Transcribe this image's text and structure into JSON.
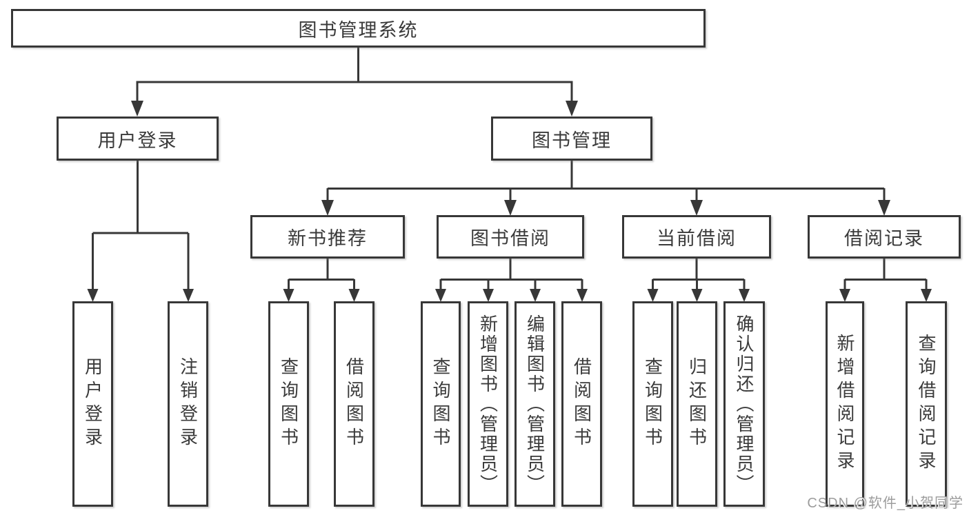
{
  "diagram": {
    "title": "图书管理系统",
    "nodes": {
      "root": "图书管理系统",
      "user_login": "用户登录",
      "book_mgmt": "图书管理",
      "new_book_rec": "新书推荐",
      "book_borrow": "图书借阅",
      "current_borrow": "当前借阅",
      "borrow_records": "借阅记录",
      "ul_login": "用户登录",
      "ul_logout": "注销登录",
      "nbr_query_book": "查询图书",
      "nbr_borrow_book": "借阅图书",
      "bb_query_book": "查询图书",
      "bb_add_book": "新增图书（管理员）",
      "bb_edit_book": "编辑图书（管理员）",
      "bb_borrow_book": "借阅图书",
      "cb_query_book": "查询图书",
      "cb_return_book": "归还图书",
      "cb_confirm_return": "确认归还（管理员）",
      "br_add_record": "新增借阅记录",
      "br_query_record": "查询借阅记录"
    },
    "hierarchy": {
      "图书管理系统": {
        "用户登录": [
          "用户登录",
          "注销登录"
        ],
        "图书管理": {
          "新书推荐": [
            "查询图书",
            "借阅图书"
          ],
          "图书借阅": [
            "查询图书",
            "新增图书（管理员）",
            "编辑图书（管理员）",
            "借阅图书"
          ],
          "当前借阅": [
            "查询图书",
            "归还图书",
            "确认归还（管理员）"
          ],
          "借阅记录": [
            "新增借阅记录",
            "查询借阅记录"
          ]
        }
      }
    },
    "colors": {
      "line": "#373737",
      "text": "#3a3a3a",
      "box_background": "#ffffff",
      "page_background": "#ffffff",
      "watermark": "#9c9c9c"
    }
  },
  "watermark": {
    "text": "CSDN @软件_小贺同学"
  }
}
